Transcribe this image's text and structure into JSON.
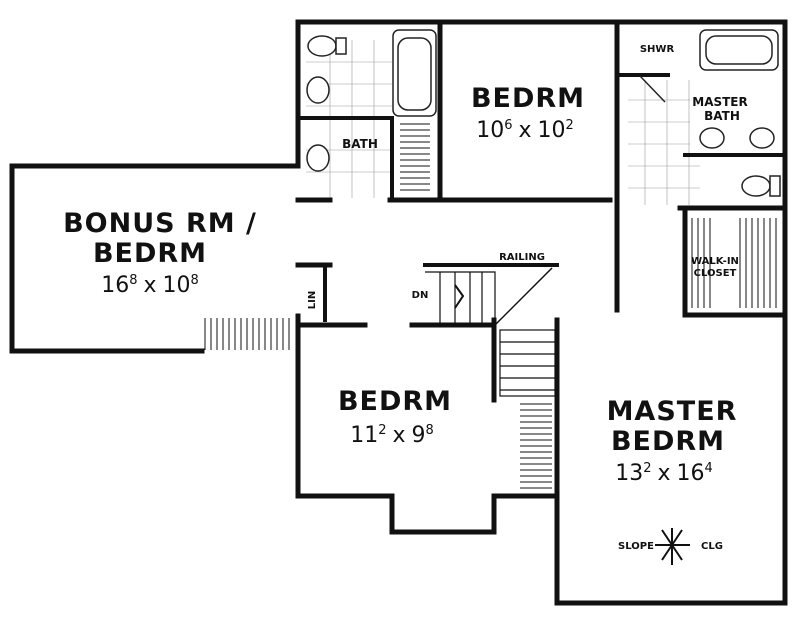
{
  "rooms": {
    "bonus": {
      "name_line1": "BONUS RM /",
      "name_line2": "BEDRM",
      "dim_w_ft": "16",
      "dim_w_in": "8",
      "sep": "x",
      "dim_d_ft": "10",
      "dim_d_in": "8"
    },
    "bedrm_top": {
      "name": "BEDRM",
      "dim_w_ft": "10",
      "dim_w_in": "6",
      "sep": "x",
      "dim_d_ft": "10",
      "dim_d_in": "2"
    },
    "bedrm_mid": {
      "name": "BEDRM",
      "dim_w_ft": "11",
      "dim_w_in": "2",
      "sep": "x",
      "dim_d_ft": "9",
      "dim_d_in": "8"
    },
    "master": {
      "name_line1": "MASTER",
      "name_line2": "BEDRM",
      "dim_w_ft": "13",
      "dim_w_in": "2",
      "sep": "x",
      "dim_d_ft": "16",
      "dim_d_in": "4"
    }
  },
  "labels": {
    "bath": "BATH",
    "shwr": "SHWR",
    "master_bath_line1": "MASTER",
    "master_bath_line2": "BATH",
    "walkin_line1": "WALK-IN",
    "walkin_line2": "CLOSET",
    "railing": "RAILING",
    "dn": "DN",
    "lin": "LIN",
    "slope": "SLOPE",
    "clg": "CLG"
  },
  "colors": {
    "wall": "#111111",
    "fixture": "#222222",
    "tile": "#9a9a9a",
    "background": "#ffffff"
  }
}
